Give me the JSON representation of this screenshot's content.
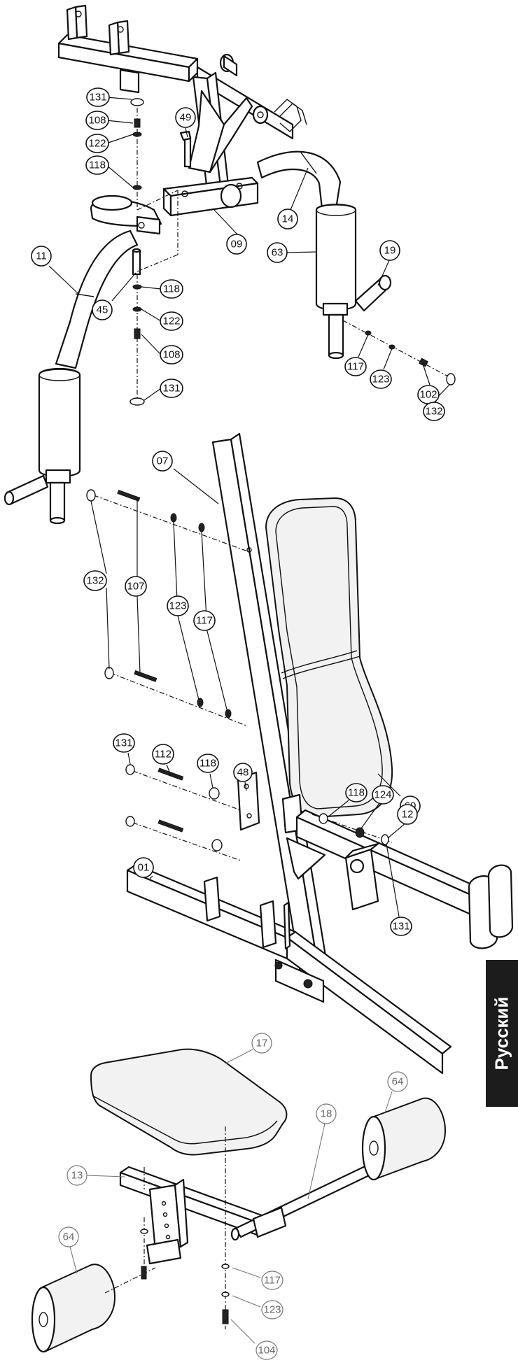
{
  "language_tab": "Русский",
  "labels": {
    "p131a": "131",
    "p108a": "108",
    "p122a": "122",
    "p118a": "118",
    "p49": "49",
    "p09": "09",
    "p14": "14",
    "p11": "11",
    "p45": "45",
    "p63": "63",
    "p19": "19",
    "p118b": "118",
    "p122b": "122",
    "p108b": "108",
    "p131b": "131",
    "p117a": "117",
    "p123a": "123",
    "p102": "102",
    "p132a": "132",
    "p07": "07",
    "p132b": "132",
    "p107": "107",
    "p123b": "123",
    "p117b": "117",
    "p60": "60",
    "p131c": "131",
    "p112": "112",
    "p118c": "118",
    "p48": "48",
    "p118d": "118",
    "p124": "124",
    "p12": "12",
    "p01": "01",
    "p131d": "131",
    "p17": "17",
    "p18": "18",
    "p64a": "64",
    "p13": "13",
    "p64b": "64",
    "p117c": "117",
    "p123c": "123",
    "p104": "104"
  }
}
